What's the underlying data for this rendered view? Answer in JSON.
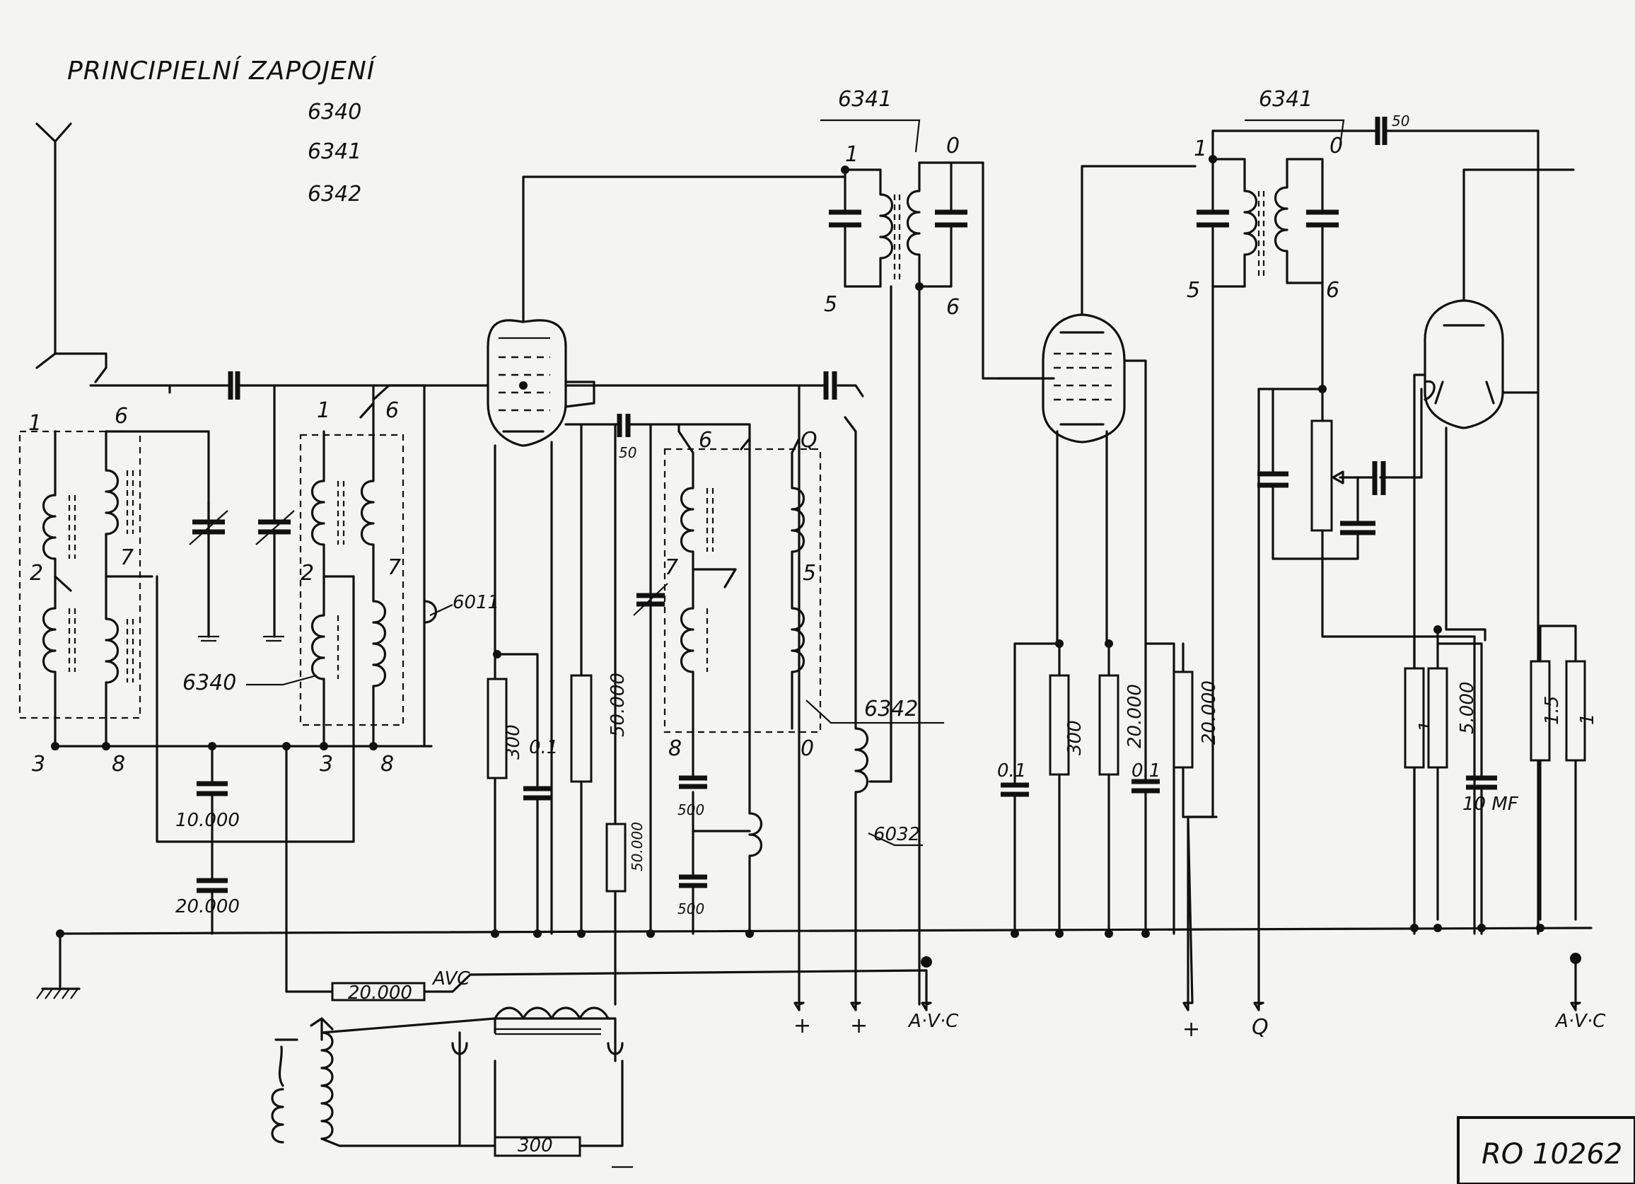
{
  "title": {
    "heading": "PRINCIPIELNÍ ZAPOJENÍ",
    "models": [
      "6340",
      "6341",
      "6342"
    ]
  },
  "drawing_number": "RO 10262",
  "transformer_labels": {
    "if1": "6341",
    "if2": "6341",
    "input": "6340",
    "osc": "6342",
    "coil_6011": "6011",
    "coil_6032": "6032"
  },
  "pin_labels": {
    "in_top_left": "1",
    "in_top_right": "6",
    "in_mid_left": "2",
    "in_mid_right": "7",
    "in_bot_left": "3",
    "in_bot_right": "8",
    "in2_top_left": "1",
    "in2_top_right": "6",
    "in2_mid_left": "2",
    "in2_mid_right": "7",
    "in2_bot_left": "3",
    "in2_bot_right": "8",
    "osc_top_left": "6",
    "osc_top_right": "Q",
    "osc_mid_left": "7",
    "osc_mid_right": "5",
    "osc_bot_left": "8",
    "osc_bot_right": "0",
    "if1_tl": "1",
    "if1_tr": "0",
    "if1_bl": "5",
    "if1_br": "6",
    "if2_tl": "1",
    "if2_tr": "0",
    "if2_bl": "5",
    "if2_br": "6"
  },
  "component_values": {
    "r_300_cathode": "300",
    "c_01": "0.1",
    "r_50000": "50.000",
    "c_50": "50",
    "c_500_a": "500",
    "c_500_b": "500",
    "r_50000_vert": "50.000",
    "c_10000": "10.000",
    "c_20000": "20.000",
    "r_20000_avc": "20.000",
    "avc_tag": "AVC",
    "c_01_b": "0.1",
    "r_300_b": "300",
    "r_20000_b": "20.000",
    "c_01_c": "0.1",
    "r_20000_c": "20.000",
    "r_1": "1",
    "r_5000": "5.000",
    "c_10mf": "10 MF",
    "r_15": "1.5",
    "r_1b": "1",
    "r_300_power": "300",
    "c_top_right": "50"
  },
  "terminals": {
    "t1": "+",
    "t2": "+",
    "t3": "A·V·C",
    "t4": "+",
    "t5": "Q",
    "t6": "A·V·C"
  }
}
